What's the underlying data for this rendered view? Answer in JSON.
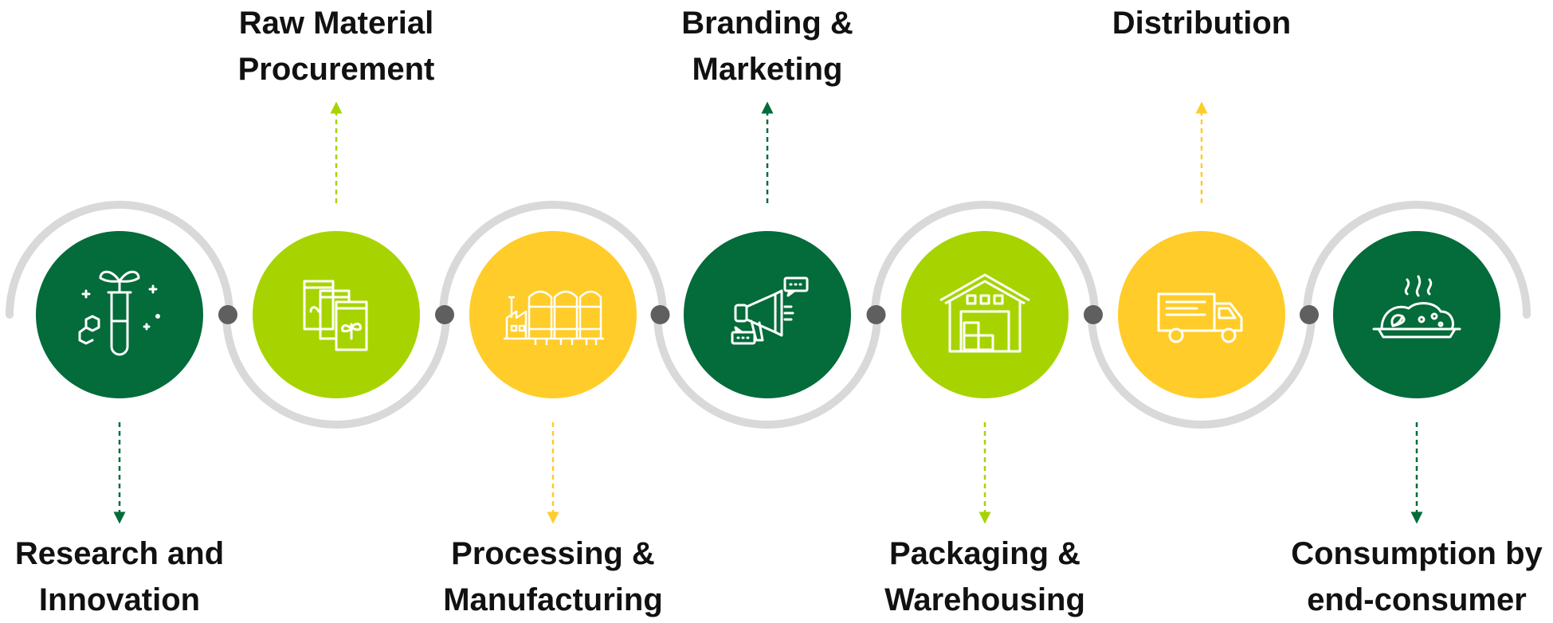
{
  "colors": {
    "dark_green": "#046B3A",
    "lime": "#A7D400",
    "yellow": "#FFCC29",
    "track": "#D9D9D9",
    "connector": "#5F5F5F",
    "icon": "#FFFFFF"
  },
  "stages": [
    {
      "id": "research",
      "label_lines": [
        "Research and",
        "Innovation"
      ],
      "color": "dark_green",
      "label_position": "bottom",
      "icon": "test-tube-plant-icon"
    },
    {
      "id": "raw-material",
      "label_lines": [
        "Raw Material",
        "Procurement"
      ],
      "color": "lime",
      "label_position": "top",
      "icon": "seed-packets-icon"
    },
    {
      "id": "processing",
      "label_lines": [
        "Processing &",
        "Manufacturing"
      ],
      "color": "yellow",
      "label_position": "bottom",
      "icon": "factory-silos-icon"
    },
    {
      "id": "branding",
      "label_lines": [
        "Branding &",
        "Marketing"
      ],
      "color": "dark_green",
      "label_position": "top",
      "icon": "megaphone-icon"
    },
    {
      "id": "packaging",
      "label_lines": [
        "Packaging &",
        "Warehousing"
      ],
      "color": "lime",
      "label_position": "bottom",
      "icon": "warehouse-icon"
    },
    {
      "id": "distribution",
      "label_lines": [
        "Distribution"
      ],
      "color": "yellow",
      "label_position": "top",
      "icon": "delivery-truck-icon"
    },
    {
      "id": "consumption",
      "label_lines": [
        "Consumption by",
        "end-consumer"
      ],
      "color": "dark_green",
      "label_position": "bottom",
      "icon": "food-plate-icon"
    }
  ]
}
